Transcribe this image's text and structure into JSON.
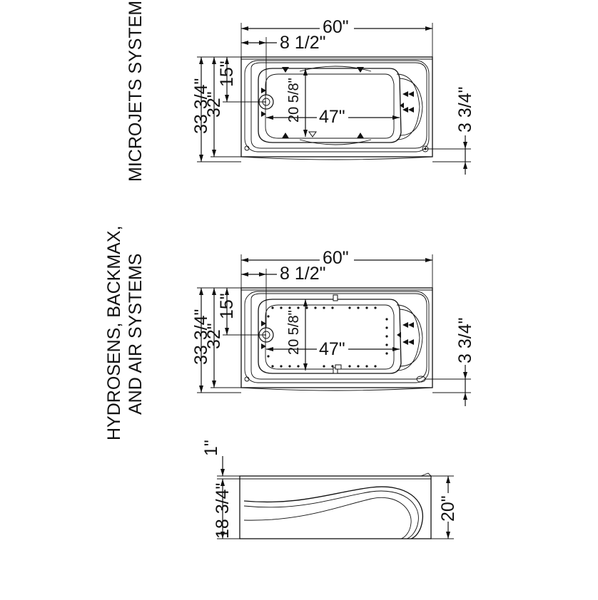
{
  "views": {
    "microjets": {
      "title": "MICROJETS SYSTEM",
      "dims": {
        "overall_length": "60\"",
        "drain_offset": "8 1/2\"",
        "overall_width": "33 3/4\"",
        "inner_width": "32\"",
        "drain_from_edge": "15\"",
        "basin_width": "20 5/8\"",
        "basin_length": "47\"",
        "rim_offset": "3 3/4\""
      }
    },
    "hydrosens": {
      "title_line1": "HYDROSENS, BACKMAX,",
      "title_line2": "AND AIR SYSTEMS",
      "dims": {
        "overall_length": "60\"",
        "drain_offset": "8 1/2\"",
        "overall_width": "33 3/4\"",
        "inner_width": "32\"",
        "drain_from_edge": "15\"",
        "basin_width": "20 5/8\"",
        "basin_length": "47\"",
        "rim_offset": "3 3/4\""
      }
    },
    "side": {
      "dims": {
        "rim_height": "1\"",
        "apron_height": "18 3/4\"",
        "total_height": "20\""
      }
    }
  },
  "colors": {
    "ink": "#111111",
    "paper": "#ffffff"
  }
}
